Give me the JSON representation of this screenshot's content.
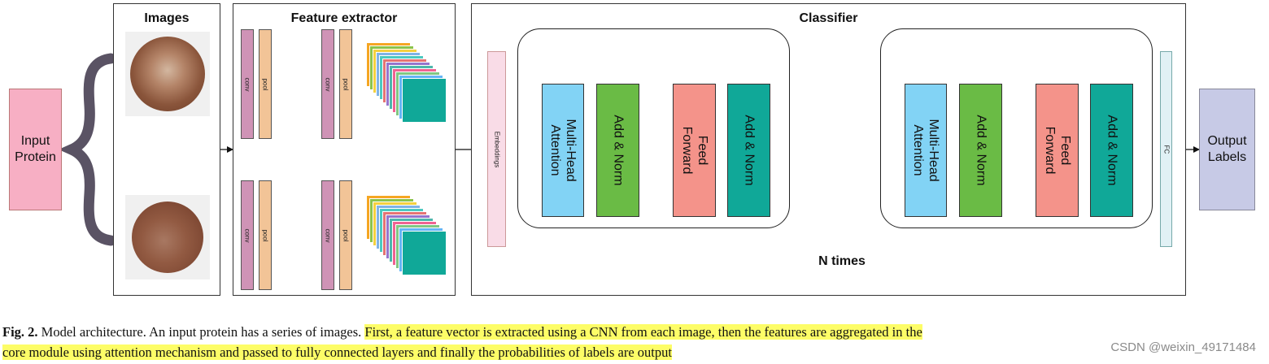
{
  "input_box": {
    "label_line1": "Input",
    "label_line2": "Protein",
    "color": "#f7afc4"
  },
  "output_box": {
    "label_line1": "Output",
    "label_line2": "Labels",
    "color": "#c7cae6"
  },
  "images_panel": {
    "title": "Images"
  },
  "feature_panel": {
    "title": "Feature extractor",
    "conv_label": "conv",
    "pool_label": "pool",
    "conv_color": "#cf93b6",
    "pool_color": "#f2c497"
  },
  "classifier_panel": {
    "title": "Classifier",
    "embeddings_label": "Embeddings",
    "fc_label": "FC",
    "n_times_label": "N times",
    "blocks": {
      "attention": "Multi-Head Attention",
      "add_norm": "Add & Norm",
      "feed_forward": "Feed Forward"
    },
    "colors": {
      "attention": "#82d3f5",
      "add_norm_1": "#6abb45",
      "feed_forward": "#f4938a",
      "add_norm_2": "#10a898",
      "embeddings": "#f9dce7",
      "fc": "#e1f1f5"
    }
  },
  "caption": {
    "prefix": "Fig. 2.",
    "plain": " Model architecture. An input protein has a series of images. ",
    "highlighted_line1": "First, a feature vector is extracted using a CNN from each image, then the features are aggregated in the",
    "highlighted_line2": "core module using attention mechanism and passed to fully connected layers and finally the probabilities of labels are output"
  },
  "watermark": "CSDN @weixin_49171484"
}
